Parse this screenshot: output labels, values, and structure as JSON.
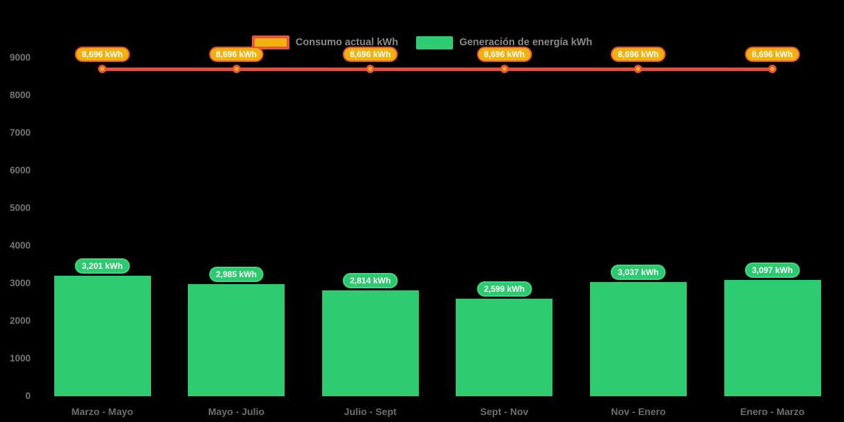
{
  "chart_data": {
    "type": "bar",
    "subtype": "bar-with-line-overlay",
    "categories": [
      "Marzo - Mayo",
      "Mayo - Julio",
      "Julio - Sept",
      "Sept - Nov",
      "Nov - Enero",
      "Enero - Marzo"
    ],
    "series": [
      {
        "name": "Consumo actual kWh",
        "type": "line",
        "values": [
          8696,
          8696,
          8696,
          8696,
          8696,
          8696
        ],
        "labels": [
          "8,696 kWh",
          "8,696 kWh",
          "8,696 kWh",
          "8,696 kWh",
          "8,696 kWh",
          "8,696 kWh"
        ],
        "line_color": "#e74c3c",
        "marker_fill": "#f1b20d",
        "marker_ring": "#e8543c",
        "label_fill": "#f1b20d",
        "label_border": "#e8543c",
        "label_text_color": "#ffffff"
      },
      {
        "name": "Generación de energía kWh",
        "type": "bar",
        "values": [
          3201,
          2985,
          2814,
          2599,
          3037,
          3097
        ],
        "labels": [
          "3,201 kWh",
          "2,985 kWh",
          "2,814 kWh",
          "2,599 kWh",
          "3,037 kWh",
          "3,097 kWh"
        ],
        "bar_color": "#2ecc71",
        "label_fill": "#2dc96f",
        "label_border": "#3fd985",
        "label_text_color": "#ffffff"
      }
    ],
    "yticks": [
      "0",
      "1000",
      "2000",
      "3000",
      "4000",
      "5000",
      "6000",
      "7000",
      "8000",
      "9000"
    ],
    "ytick_values": [
      0,
      1000,
      2000,
      3000,
      4000,
      5000,
      6000,
      7000,
      8000,
      9000
    ],
    "ylim": [
      0,
      9000
    ],
    "xlabel": "",
    "ylabel": "",
    "title": "",
    "grid": false,
    "legend_position": "top",
    "background": "#000000",
    "axis_label_color": "#757575",
    "legend_label_color": "#8a8a8a"
  }
}
